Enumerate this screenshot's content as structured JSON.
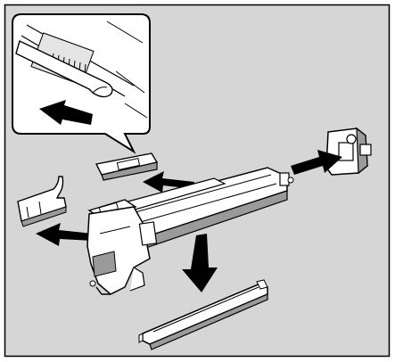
{
  "diagram": {
    "colors": {
      "background": "#d6d6d6",
      "frame": "#000000",
      "part_fill": "#ffffff",
      "shadow": "#9a9a9a",
      "arrow": "#000000"
    },
    "steps": [
      "remove-seal-tape",
      "remove-side-cover",
      "remove-side-tape",
      "remove-end-cap",
      "remove-bottom-cover"
    ]
  }
}
